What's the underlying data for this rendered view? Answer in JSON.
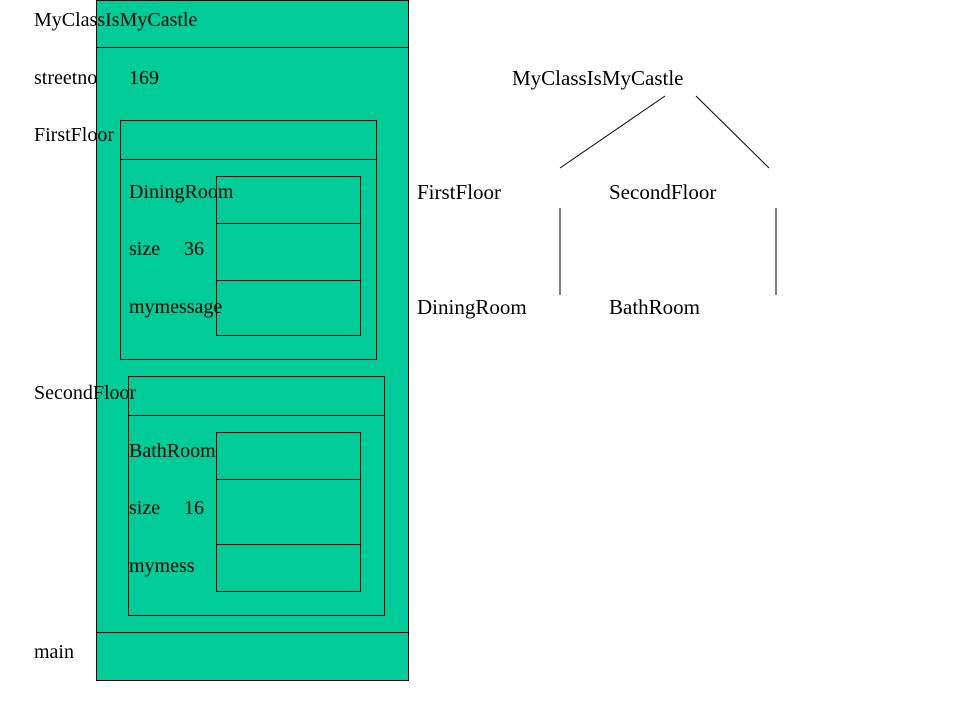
{
  "colors": {
    "fill": "#00cc99",
    "stroke": "#000000",
    "background": "#ffffff"
  },
  "memory": {
    "class_name": "MyClassIsMyCastle",
    "streetno_label": "streetno",
    "streetno_value": "169",
    "first_floor": {
      "label": "FirstFloor",
      "room_label": "DiningRoom",
      "size_label": "size",
      "size_value": "36",
      "message_label": "mymessage"
    },
    "second_floor": {
      "label": "SecondFloor",
      "room_label": "BathRoom",
      "size_label": "size",
      "size_value": "16",
      "message_label": "mymess"
    },
    "main_label": "main"
  },
  "tree": {
    "root": "MyClassIsMyCastle",
    "left_child": "FirstFloor",
    "right_child": "SecondFloor",
    "left_leaf": "DiningRoom",
    "right_leaf": "BathRoom"
  }
}
